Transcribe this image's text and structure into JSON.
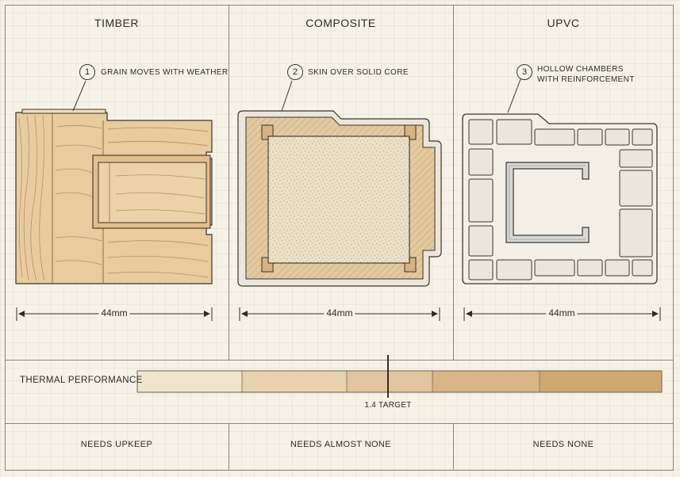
{
  "columns": [
    {
      "title": "TIMBER",
      "callout_number": "1",
      "callout_text": "GRAIN MOVES WITH WEATHER",
      "dimension": "44mm",
      "maintenance": "NEEDS UPKEEP"
    },
    {
      "title": "COMPOSITE",
      "callout_number": "2",
      "callout_text": "SKIN OVER SOLID CORE",
      "dimension": "44mm",
      "maintenance": "NEEDS ALMOST NONE"
    },
    {
      "title": "UPVC",
      "callout_number": "3",
      "callout_text_line1": "HOLLOW CHAMBERS",
      "callout_text_line2": "WITH REINFORCEMENT",
      "dimension": "44mm",
      "maintenance": "NEEDS NONE"
    }
  ],
  "thermal": {
    "label": "THERMAL PERFORMANCE",
    "target_label": "1.4 TARGET",
    "segment_colors": [
      "#f1e4cc",
      "#e8d2ad",
      "#e2c59c",
      "#d9b586",
      "#d1a771"
    ]
  },
  "colors": {
    "timber": "#e6c99c",
    "composite_skin": "#ebe5da",
    "composite_core": "#e9dcc1",
    "upvc": "#f3efe6",
    "line": "#8d877c"
  }
}
